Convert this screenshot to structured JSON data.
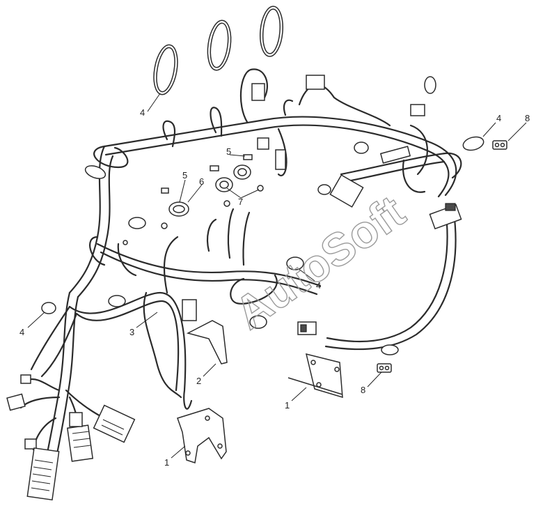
{
  "diagram": {
    "callouts": {
      "c1a": "1",
      "c1b": "1",
      "c2": "2",
      "c3": "3",
      "c4a": "4",
      "c4b": "4",
      "c4c": "4",
      "c4d": "4",
      "c5a": "5",
      "c5b": "5",
      "c6": "6",
      "c7": "7",
      "c8a": "8",
      "c8b": "8"
    },
    "watermark": "AutoSoft",
    "colors": {
      "line": "#2b2b2b",
      "watermark": "#9a9a9a",
      "background": "#ffffff"
    }
  }
}
